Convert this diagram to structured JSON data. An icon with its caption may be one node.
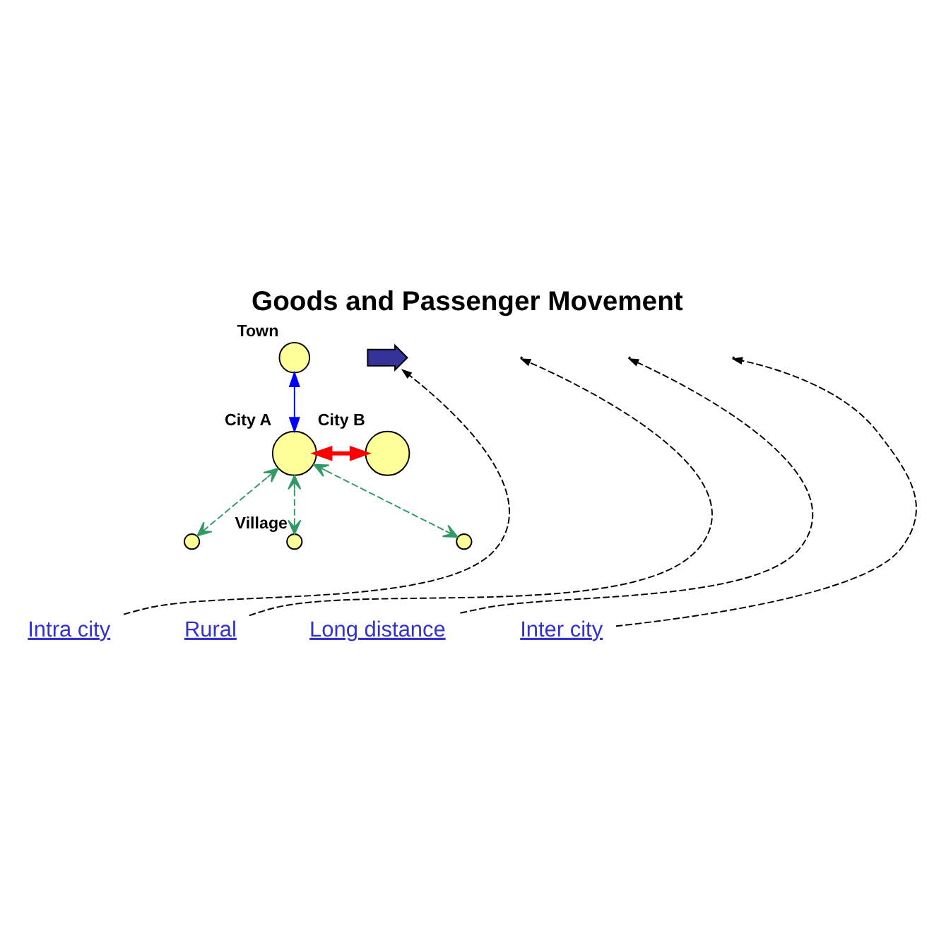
{
  "diagram": {
    "title": "Goods and Passenger Movement",
    "nodes": [
      {
        "text": [],
        "shape": "circle",
        "beside": [
          "Town"
        ]
      },
      {
        "text": [],
        "shape": "circle",
        "beside": [
          "City A"
        ]
      },
      {
        "text": [],
        "shape": "circle",
        "beside": [
          "City B"
        ]
      },
      {
        "text": [],
        "shape": "circle"
      },
      {
        "text": [],
        "shape": "circle",
        "beside": [
          "Village"
        ]
      },
      {
        "text": [],
        "shape": "circle"
      },
      {
        "text": [],
        "shape": "arrow"
      },
      {
        "text": [
          "Rural"
        ]
      },
      {
        "text": [
          "Inter city"
        ]
      },
      {
        "text": [
          "Intra city"
        ]
      },
      {
        "text": [
          "Long distance"
        ]
      }
    ],
    "edges": [
      {
        "from": 0,
        "to": 1,
        "arrow": "both",
        "color": "#0000ff"
      },
      {
        "from": 1,
        "to": 2,
        "arrow": "both",
        "style": "thick",
        "color": "#ff0000"
      },
      {
        "from": 1,
        "to": 3,
        "arrow": "both",
        "style": "dashed",
        "color": "#339966"
      },
      {
        "from": 1,
        "to": 4,
        "arrow": "both",
        "style": "dashed",
        "color": "#339966"
      },
      {
        "from": 1,
        "to": 5,
        "arrow": "both",
        "style": "dashed",
        "color": "#339966"
      },
      {
        "from": 7,
        "to": null,
        "arrow": "to",
        "style": "dashed"
      },
      {
        "from": 8,
        "to": null,
        "arrow": "to",
        "style": "dashed"
      },
      {
        "from": 9,
        "to": 6,
        "arrow": "to",
        "style": "dashed"
      },
      {
        "from": 10,
        "to": null,
        "arrow": "to",
        "style": "dashed"
      }
    ]
  }
}
